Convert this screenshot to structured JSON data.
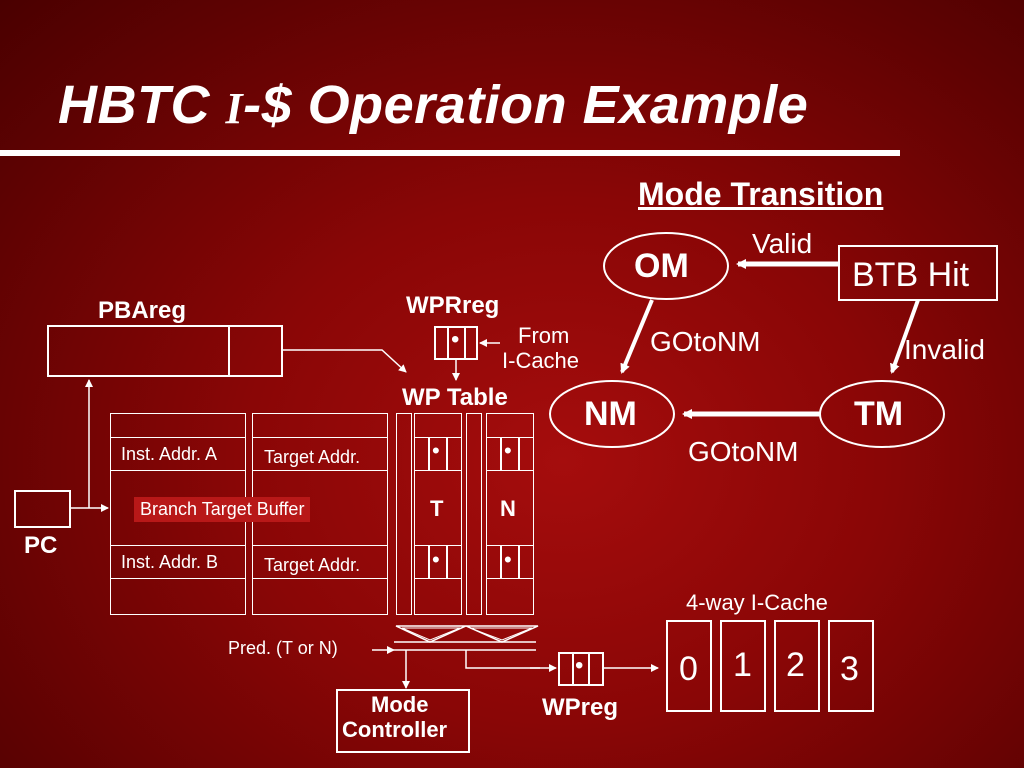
{
  "title": {
    "part1": "HBTC ",
    "ital": "I",
    "part2": "-$ Operation Example"
  },
  "mode_transition": {
    "heading": "Mode Transition",
    "states": {
      "om": "OM",
      "nm": "NM",
      "tm": "TM"
    },
    "btb_hit": "BTB Hit",
    "valid": "Valid",
    "invalid": "Invalid",
    "goto_nm_1": "GOtoNM",
    "goto_nm_2": "GOtoNM"
  },
  "pbareg": "PBAreg",
  "pc": "PC",
  "wprreg": "WPRreg",
  "from_icache": "From\nI-Cache",
  "from_line1": "From",
  "from_line2": "I-Cache",
  "wp_table": "WP Table",
  "btb": {
    "inst_a": "Inst. Addr. A",
    "inst_b": "Inst. Addr. B",
    "target_a": "Target Addr.",
    "target_b": "Target Addr.",
    "label": "Branch Target Buffer"
  },
  "col_t": "T",
  "col_n": "N",
  "dot": "•",
  "pred": "Pred. (T or N)",
  "mode_controller_1": "Mode",
  "mode_controller_2": "Controller",
  "wpreg": "WPreg",
  "icache": {
    "label": "4-way I-Cache",
    "ways": [
      "0",
      "1",
      "2",
      "3"
    ]
  }
}
